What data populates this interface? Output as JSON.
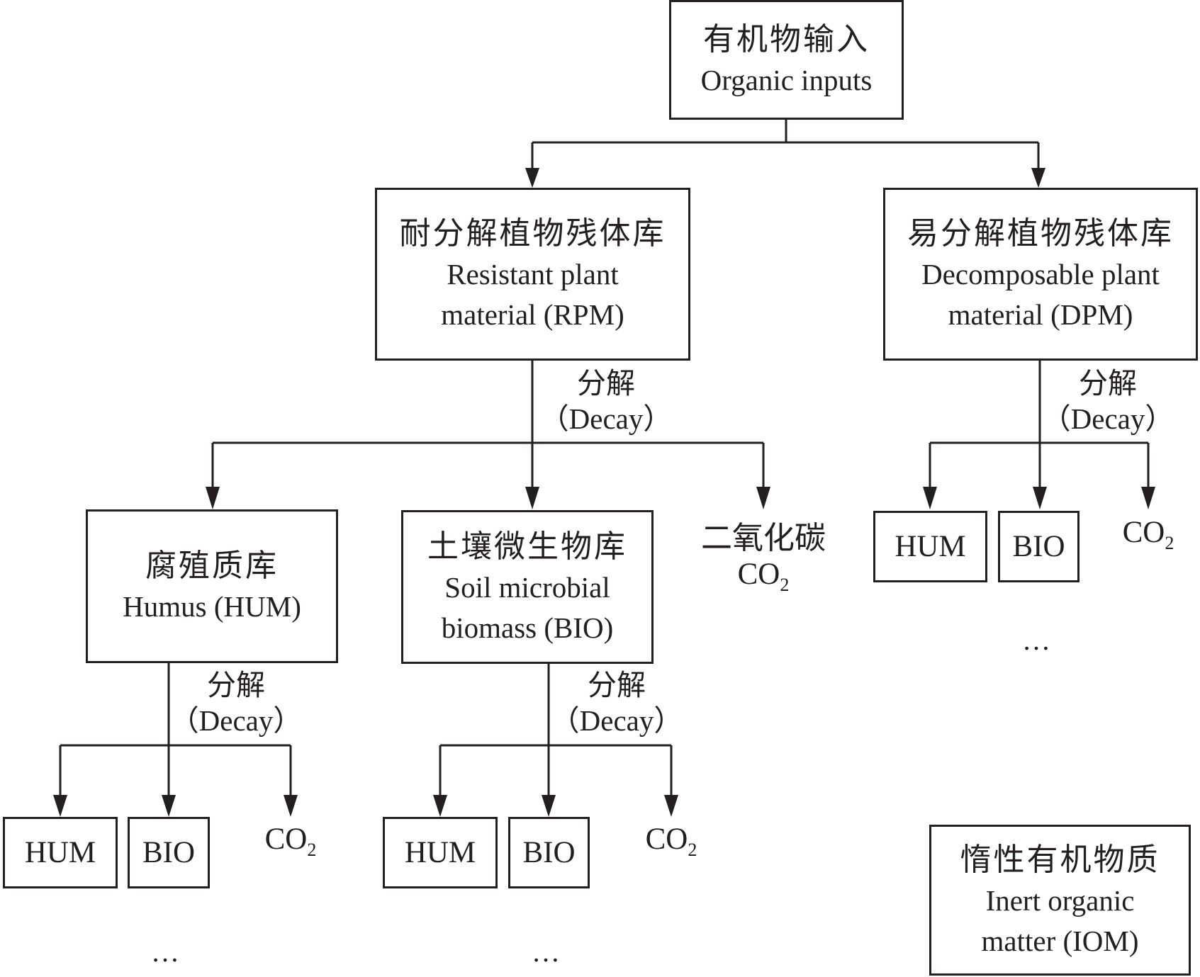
{
  "figure": {
    "type": "flowchart",
    "title": "RothC soil organic carbon pool structure"
  },
  "nodes": {
    "organic_inputs": {
      "zh": "有机物输入",
      "en": "Organic inputs"
    },
    "rpm": {
      "zh": "耐分解植物残体库",
      "en1": "Resistant plant",
      "en2": "material (RPM)"
    },
    "dpm": {
      "zh": "易分解植物残体库",
      "en1": "Decomposable plant",
      "en2": "material (DPM)"
    },
    "hum": {
      "zh": "腐殖质库",
      "en": "Humus (HUM)"
    },
    "bio": {
      "zh": "土壤微生物库",
      "en1": "Soil microbial",
      "en2": "biomass (BIO)"
    },
    "co2_main": {
      "zh": "二氧化碳",
      "en": "CO",
      "sub": "2"
    },
    "iom": {
      "zh": "惰性有机物质",
      "en1": "Inert organic",
      "en2": "matter (IOM)"
    }
  },
  "decay_label": {
    "zh": "分解",
    "en": "（Decay）"
  },
  "leaf_labels": {
    "hum": "HUM",
    "bio": "BIO",
    "co2": "CO",
    "co2_sub": "2"
  },
  "ellipsis": "…",
  "edges": [
    {
      "from": "organic_inputs",
      "to": "rpm"
    },
    {
      "from": "organic_inputs",
      "to": "dpm"
    },
    {
      "from": "rpm",
      "to": "hum",
      "label": "分解（Decay）"
    },
    {
      "from": "rpm",
      "to": "bio",
      "label": "分解（Decay）"
    },
    {
      "from": "rpm",
      "to": "co2_main",
      "label": "分解（Decay）"
    },
    {
      "from": "dpm",
      "to": "HUM",
      "label": "分解（Decay）"
    },
    {
      "from": "dpm",
      "to": "BIO",
      "label": "分解（Decay）"
    },
    {
      "from": "dpm",
      "to": "CO2",
      "label": "分解（Decay）"
    },
    {
      "from": "hum",
      "to": "HUM",
      "label": "分解（Decay）"
    },
    {
      "from": "hum",
      "to": "BIO",
      "label": "分解（Decay）"
    },
    {
      "from": "hum",
      "to": "CO2",
      "label": "分解（Decay）"
    },
    {
      "from": "bio",
      "to": "HUM",
      "label": "分解（Decay）"
    },
    {
      "from": "bio",
      "to": "BIO",
      "label": "分解（Decay）"
    },
    {
      "from": "bio",
      "to": "CO2",
      "label": "分解（Decay）"
    }
  ]
}
